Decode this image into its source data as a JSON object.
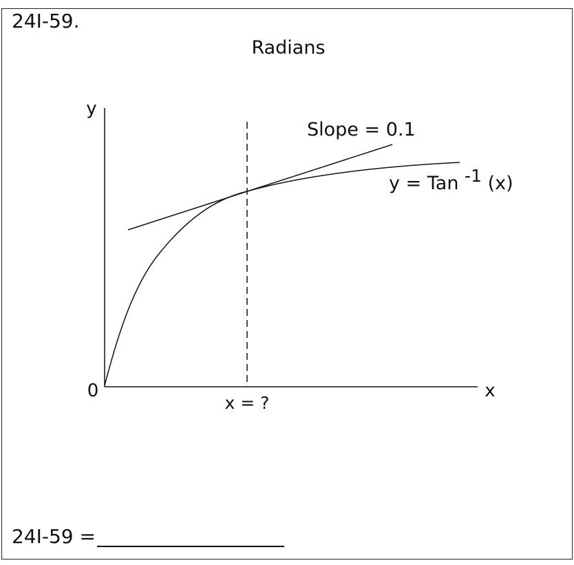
{
  "problem": {
    "id_label": "24I-59.",
    "answer_label": "24I-59 ="
  },
  "diagram": {
    "title": "Radians",
    "y_axis_label": "y",
    "x_axis_label": "x",
    "origin_label": "0",
    "tangent_label": "Slope = 0.1",
    "curve_label_prefix": "y = Tan",
    "curve_label_exponent": "-1",
    "curve_label_suffix": "(x)",
    "x_marker_label": "x = ?"
  }
}
